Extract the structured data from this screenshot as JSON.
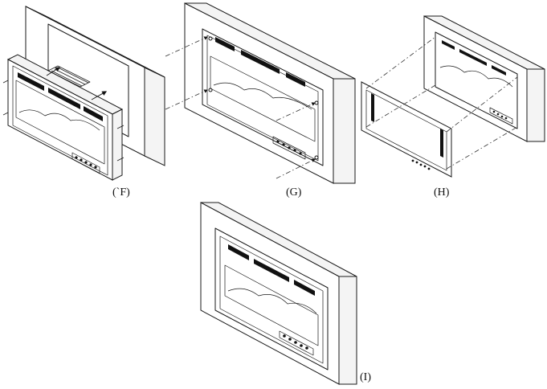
{
  "steps": [
    {
      "id": "F",
      "label": "(`F)"
    },
    {
      "id": "G",
      "label": "(G)"
    },
    {
      "id": "H",
      "label": "(H)"
    },
    {
      "id": "I",
      "label": "(I)"
    }
  ]
}
